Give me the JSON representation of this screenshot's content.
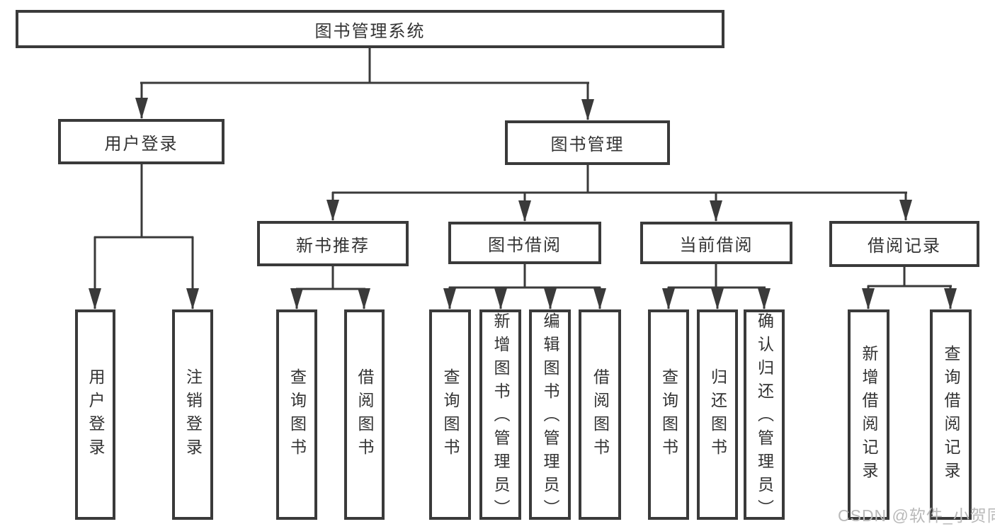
{
  "tree": {
    "root": {
      "label": "图书管理系统"
    },
    "level2": [
      {
        "label": "用户登录",
        "children": [
          {
            "label": "用户登录"
          },
          {
            "label": "注销登录"
          }
        ]
      },
      {
        "label": "图书管理",
        "children": [
          {
            "label": "新书推荐",
            "children": [
              {
                "label": "查询图书"
              },
              {
                "label": "借阅图书"
              }
            ]
          },
          {
            "label": "图书借阅",
            "children": [
              {
                "label": "查询图书"
              },
              {
                "label": "新增图书（管理员）"
              },
              {
                "label": "编辑图书（管理员）"
              },
              {
                "label": "借阅图书"
              }
            ]
          },
          {
            "label": "当前借阅",
            "children": [
              {
                "label": "查询图书"
              },
              {
                "label": "归还图书"
              },
              {
                "label": "确认归还（管理员）"
              }
            ]
          },
          {
            "label": "借阅记录",
            "children": [
              {
                "label": "新增借阅记录"
              },
              {
                "label": "查询借阅记录"
              }
            ]
          }
        ]
      }
    ]
  },
  "watermark": "CSDN @软件_小贺同学",
  "colors": {
    "line": "#3a3a3a",
    "text": "#333333",
    "watermark": "#b9b9b9",
    "bg": "#ffffff"
  }
}
